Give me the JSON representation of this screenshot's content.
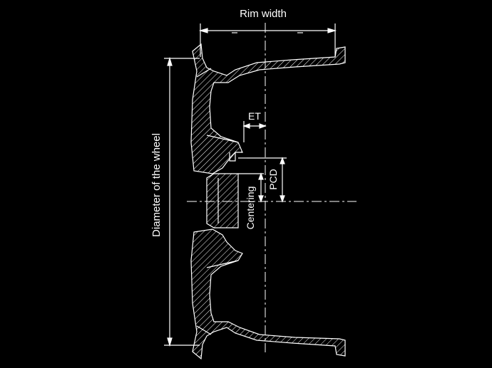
{
  "labels": {
    "rim_width": "Rim width",
    "diameter": "Diameter of the wheel",
    "et": "ET",
    "pcd": "PCD",
    "centering": "Centering"
  },
  "colors": {
    "background": "#000000",
    "line": "#ffffff"
  }
}
